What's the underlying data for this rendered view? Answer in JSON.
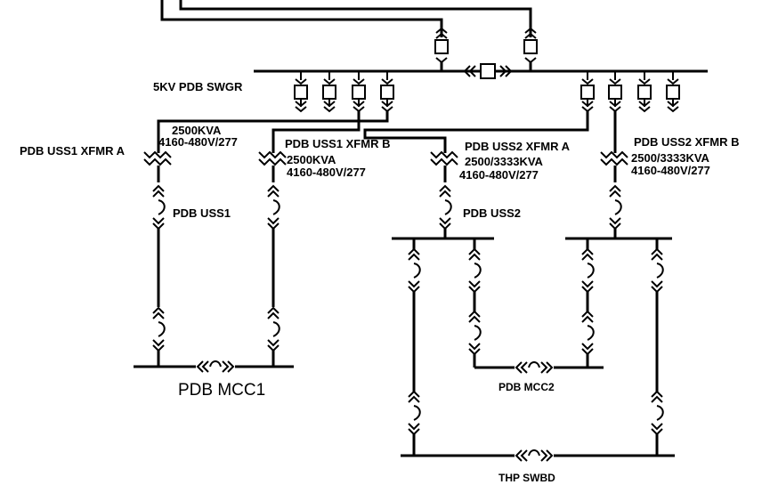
{
  "labels": {
    "main_bus": "5KV PDB SWGR",
    "xfmr_uss1_a": "PDB USS1 XFMR A",
    "xfmr_uss1_a_kva": "2500KVA",
    "xfmr_uss1_a_volts": "4160-480V/277",
    "xfmr_uss1_b": "PDB USS1 XFMR B",
    "xfmr_uss1_b_kva": "2500KVA",
    "xfmr_uss1_b_volts": "4160-480V/277",
    "xfmr_uss2_a": "PDB USS2 XFMR A",
    "xfmr_uss2_a_kva": "2500/3333KVA",
    "xfmr_uss2_a_volts": "4160-480V/277",
    "xfmr_uss2_b": "PDB USS2 XFMR B",
    "xfmr_uss2_b_kva": "2500/3333KVA",
    "xfmr_uss2_b_volts": "4160-480V/277",
    "uss1": "PDB USS1",
    "uss2": "PDB USS2",
    "mcc1": "PDB MCC1",
    "mcc2": "PDB MCC2",
    "thp": "THP SWBD"
  }
}
